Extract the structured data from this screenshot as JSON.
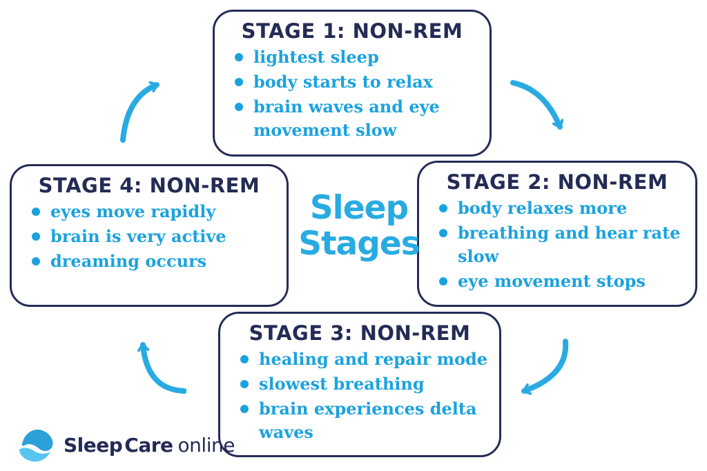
{
  "title": {
    "lines": [
      "Sleep",
      "Stages"
    ]
  },
  "stages": [
    {
      "title": "STAGE 1: NON-REM",
      "bullets": [
        "lightest sleep",
        "body starts to relax",
        "brain waves and eye movement slow"
      ]
    },
    {
      "title": "STAGE 2: NON-REM",
      "bullets": [
        "body relaxes more",
        "breathing and hear rate slow",
        "eye movement stops"
      ]
    },
    {
      "title": "STAGE 3: NON-REM",
      "bullets": [
        "healing and repair mode",
        "slowest breathing",
        "brain experiences delta waves"
      ]
    },
    {
      "title": "STAGE 4: NON-REM",
      "bullets": [
        "eyes move rapidly",
        "brain is very active",
        "dreaming occurs"
      ]
    }
  ],
  "logo": {
    "brand_part1": "Sleep",
    "brand_part2": "Care",
    "brand_suffix": "online",
    "icon": "wave-swirl-icon"
  },
  "icons": {
    "arrow_stage4_to_stage1": "curved-arrow-up-right",
    "arrow_stage1_to_stage2": "curved-arrow-down-right",
    "arrow_stage2_to_stage3": "curved-arrow-down-left",
    "arrow_stage3_to_stage4": "curved-arrow-up-left"
  },
  "colors": {
    "navy": "#242C55",
    "bullet_blue": "#1BA2DE",
    "accent_blue": "#29ABE2",
    "logo_blue": "#2BA0D9",
    "logo_light_blue": "#58C4F0",
    "background": "#FFFFFF"
  }
}
